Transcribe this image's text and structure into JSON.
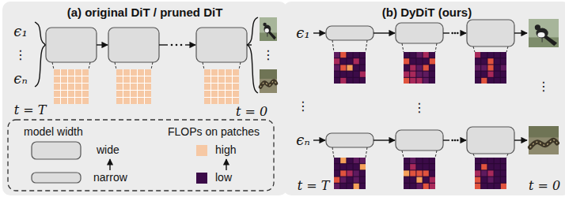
{
  "diagram": {
    "nodes": [
      {
        "text": [
          "(a) original DiT / pruned DiT"
        ]
      },
      {
        "text": [
          "(b) DyDiT (ours)"
        ]
      }
    ],
    "labels": [
      "ϵ₁",
      "⋮",
      "ϵₙ",
      "⋮",
      "t = T",
      "t = 0",
      "model width",
      "FLOPs on patches",
      "ϵ₁",
      "⋮",
      "⋮",
      "⋮",
      "ϵₙ",
      "t = T",
      "t = 0"
    ],
    "legend": [
      {
        "text": "wide"
      },
      {
        "text": "narrow"
      },
      {
        "text": "high",
        "color": "#f6c8a4"
      },
      {
        "text": "low",
        "color": "#3b0b48"
      }
    ]
  }
}
